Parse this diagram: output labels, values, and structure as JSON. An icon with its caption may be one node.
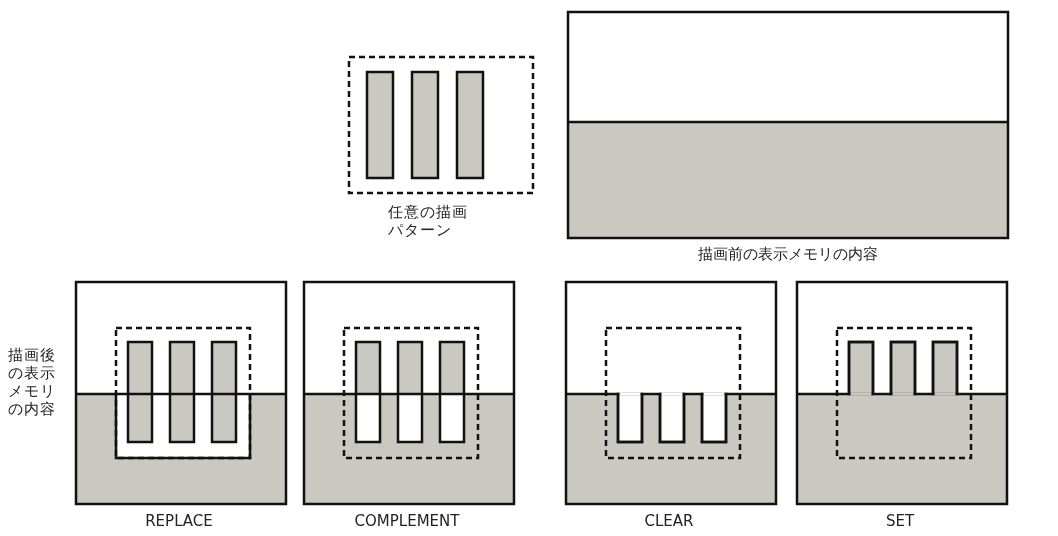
{
  "diagram": {
    "labels": [
      "任意の描画パターン",
      "描画前の表示メモリの内容",
      "描画後の表示メモリの内容",
      "REPLACE",
      "COMPLEMENT",
      "CLEAR",
      "SET"
    ]
  }
}
